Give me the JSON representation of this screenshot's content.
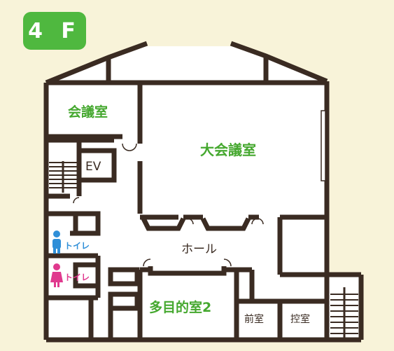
{
  "floor": "4 F",
  "rooms": {
    "meeting_room": "会議室",
    "large_meeting_room": "大会議室",
    "elevator": "EV",
    "hall": "ホール",
    "toilet_men": "トイレ",
    "toilet_women": "トイレ",
    "multipurpose_room_2": "多目的室2",
    "anteroom": "前室",
    "waiting_room": "控室"
  },
  "colors": {
    "background": "#f8f3d9",
    "floor": "#ffffff",
    "wall": "#3a2b22",
    "badge": "#4fb83f",
    "room_label": "#45a82f",
    "men": "#2f8fd8",
    "women": "#e0398e"
  }
}
